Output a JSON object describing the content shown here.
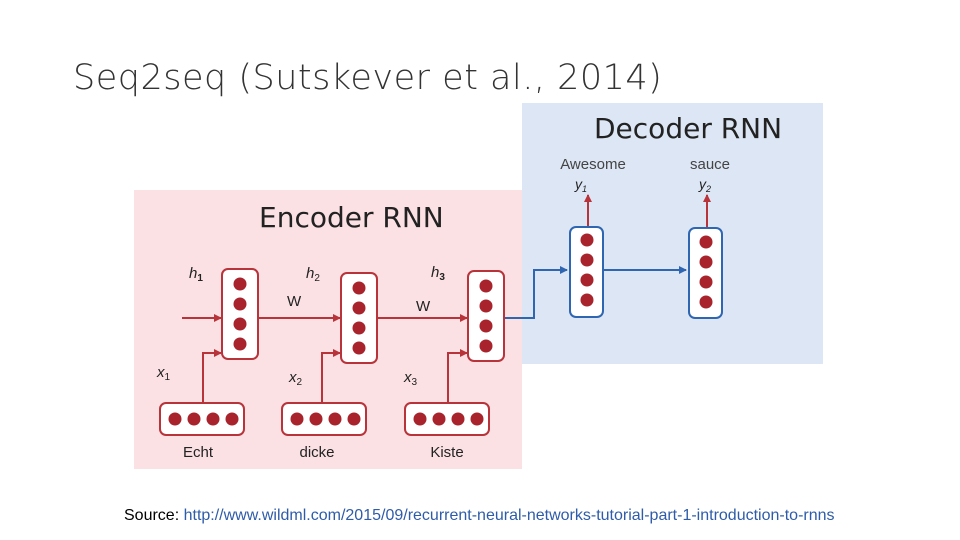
{
  "slide": {
    "title": "Seq2seq (Sutskever et al., 2014)",
    "source_label": "Source:",
    "source_url": "http://www.wildml.com/2015/09/recurrent-neural-networks-tutorial-part-1-introduction-to-rnns"
  },
  "encoder": {
    "title": "Encoder RNN",
    "hidden_labels": [
      "h",
      "h",
      "h"
    ],
    "hidden_subs": [
      "1",
      "2",
      "3"
    ],
    "input_labels": [
      "x",
      "x",
      "x"
    ],
    "input_subs": [
      "1",
      "2",
      "3"
    ],
    "weight_labels": [
      "W",
      "W"
    ],
    "words": [
      "Echt",
      "dicke",
      "Kiste"
    ]
  },
  "decoder": {
    "title": "Decoder RNN",
    "words": [
      "Awesome",
      "sauce"
    ],
    "output_labels": [
      "y",
      "y"
    ],
    "output_subs": [
      "1",
      "2"
    ]
  },
  "colors": {
    "encoder_bg": "#fbe1e4",
    "decoder_bg": "#dce6f4",
    "node_fill": "#a8232b",
    "encoder_line": "#b8333a",
    "decoder_line": "#2f66b2"
  }
}
